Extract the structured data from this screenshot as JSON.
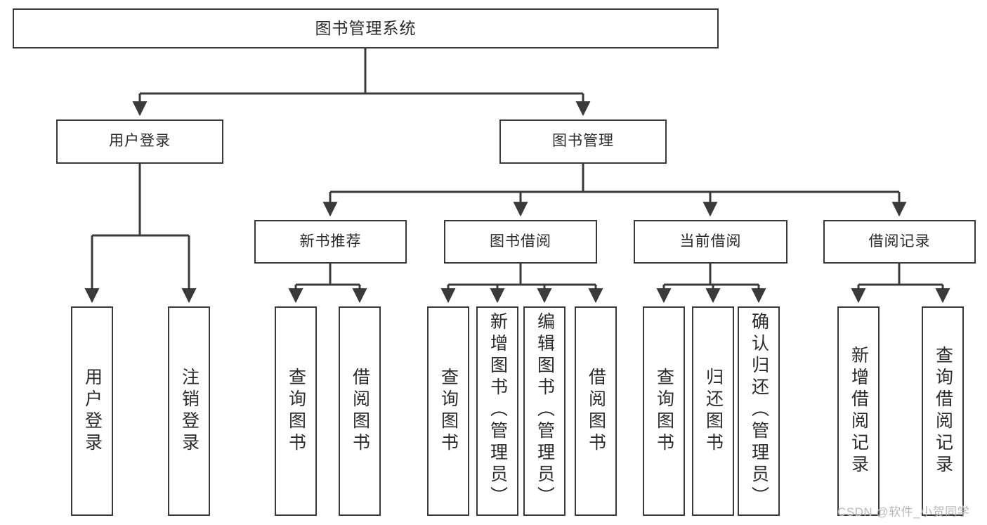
{
  "diagram": {
    "type": "tree",
    "title": "图书管理系统",
    "root": {
      "id": "root",
      "label": "图书管理系统"
    },
    "level1": [
      {
        "id": "user",
        "label": "用户登录"
      },
      {
        "id": "book",
        "label": "图书管理"
      }
    ],
    "level2": [
      {
        "id": "newrec",
        "label": "新书推荐",
        "parent": "book"
      },
      {
        "id": "borrow",
        "label": "图书借阅",
        "parent": "book"
      },
      {
        "id": "current",
        "label": "当前借阅",
        "parent": "book"
      },
      {
        "id": "record",
        "label": "借阅记录",
        "parent": "book"
      }
    ],
    "leaves": [
      {
        "id": "l1",
        "label": "用户登录",
        "parent": "user"
      },
      {
        "id": "l2",
        "label": "注销登录",
        "parent": "user"
      },
      {
        "id": "l3",
        "label": "查询图书",
        "parent": "newrec"
      },
      {
        "id": "l4",
        "label": "借阅图书",
        "parent": "newrec"
      },
      {
        "id": "l5",
        "label": "查询图书",
        "parent": "borrow"
      },
      {
        "id": "l6",
        "label": "新增图书（管理员）",
        "parent": "borrow"
      },
      {
        "id": "l7",
        "label": "编辑图书（管理员）",
        "parent": "borrow"
      },
      {
        "id": "l8",
        "label": "借阅图书",
        "parent": "borrow"
      },
      {
        "id": "l9",
        "label": "查询图书",
        "parent": "current"
      },
      {
        "id": "l10",
        "label": "归还图书",
        "parent": "current"
      },
      {
        "id": "l11",
        "label": "确认归还（管理员）",
        "parent": "current"
      },
      {
        "id": "l12",
        "label": "新增借阅记录",
        "parent": "record"
      },
      {
        "id": "l13",
        "label": "查询借阅记录",
        "parent": "record"
      }
    ],
    "colors": {
      "box_border": "#3a3a3a",
      "box_fill": "#ffffff",
      "connector": "#3a3a3a",
      "text": "#2b2b2b",
      "watermark": "#b9b9b9",
      "background": "#ffffff"
    }
  },
  "watermark": {
    "text": "CSDN @软件_小贺同学"
  }
}
